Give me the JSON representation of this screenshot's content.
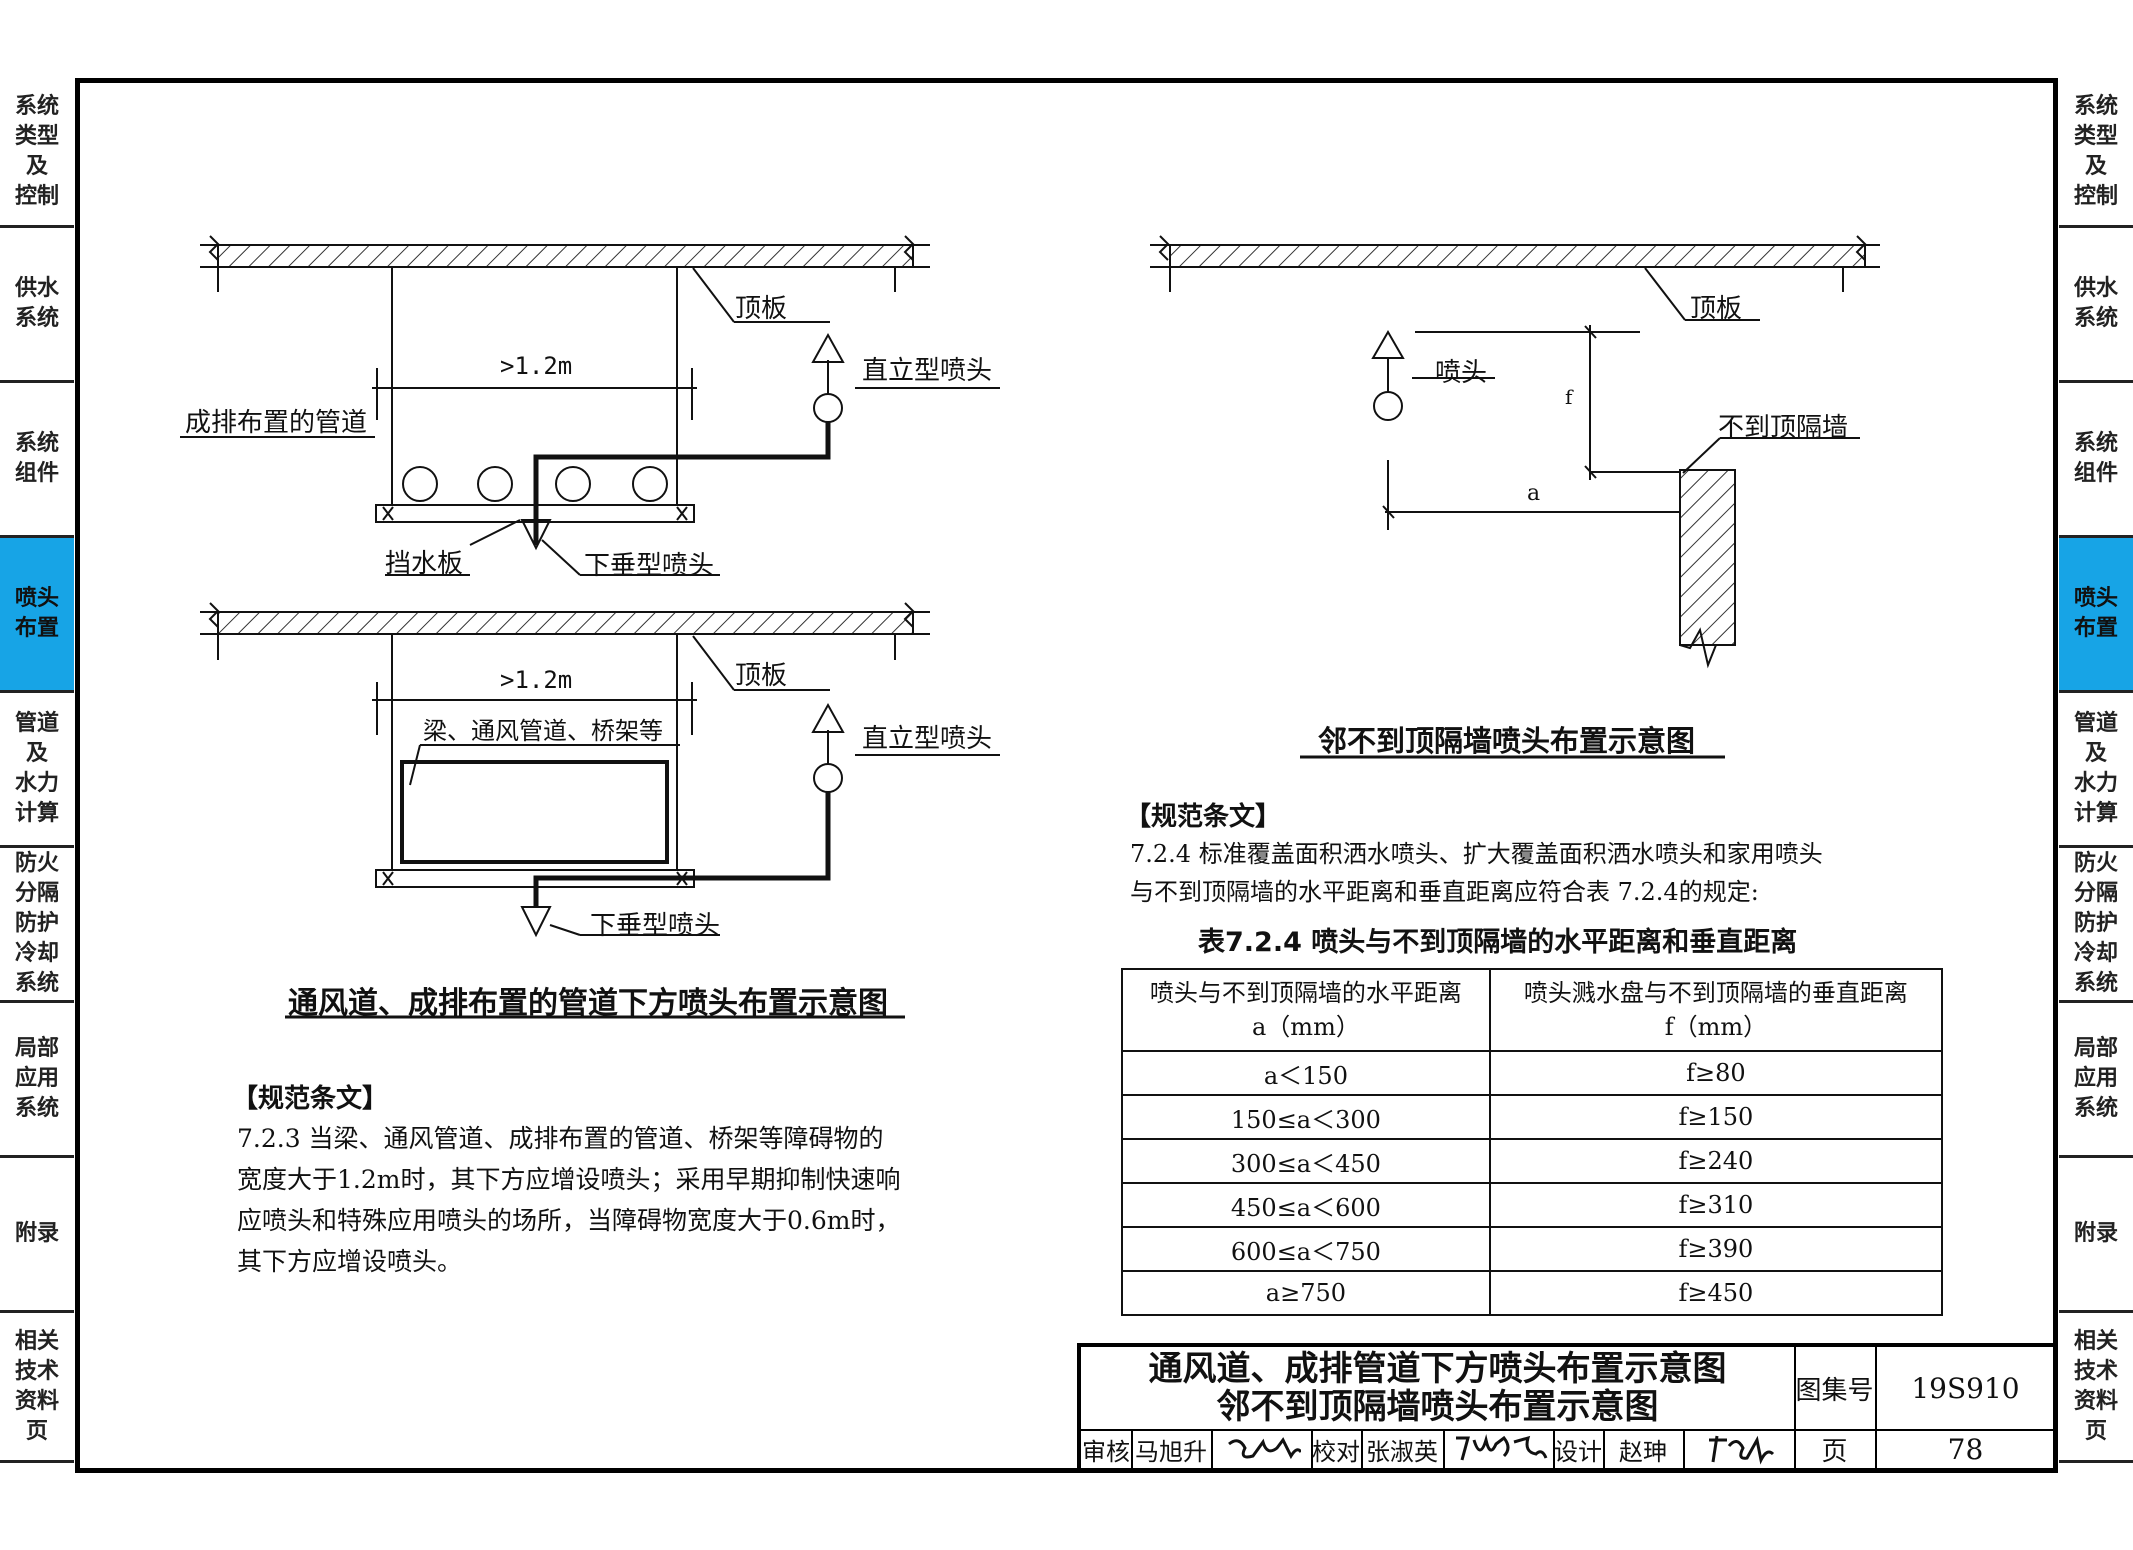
{
  "side_tabs": [
    {
      "label": "系统\n类型\n及\n控制",
      "active": false
    },
    {
      "label": "供水\n系统",
      "active": false
    },
    {
      "label": "系统\n组件",
      "active": false
    },
    {
      "label": "喷头\n布置",
      "active": true
    },
    {
      "label": "管道\n及\n水力\n计算",
      "active": false
    },
    {
      "label": "防火\n分隔\n防护\n冷却\n系统",
      "active": false
    },
    {
      "label": "局部\n应用\n系统",
      "active": false
    },
    {
      "label": "附录",
      "active": false
    },
    {
      "label": "相关\n技术\n资料\n页",
      "active": false
    }
  ],
  "diagram1": {
    "ceiling_label": "顶板",
    "width_label": ">1.2m",
    "pipes_label": "成排布置的管道",
    "upright_label": "直立型喷头",
    "baffle_label": "挡水板",
    "pendent_label": "下垂型喷头"
  },
  "diagram2": {
    "ceiling_label": "顶板",
    "width_label": ">1.2m",
    "obstacle_label": "梁、通风管道、桥架等",
    "upright_label": "直立型喷头",
    "pendent_label": "下垂型喷头"
  },
  "left_caption": "通风道、成排布置的管道下方喷头布置示意图",
  "left_spec": {
    "heading": "【规范条文】",
    "lines": [
      "7.2.3 当梁、通风管道、成排布置的管道、桥架等障碍物的",
      "宽度大于1.2m时，其下方应增设喷头；采用早期抑制快速响",
      "应喷头和特殊应用喷头的场所，当障碍物宽度大于0.6m时，",
      "其下方应增设喷头。"
    ]
  },
  "diagram3": {
    "ceiling_label": "顶板",
    "sprinkler_label": "喷头",
    "f_label": "f",
    "wall_label": "不到顶隔墙",
    "a_label": "a"
  },
  "right_caption": "邻不到顶隔墙喷头布置示意图",
  "right_spec": {
    "heading": "【规范条文】",
    "lines": [
      "7.2.4 标准覆盖面积洒水喷头、扩大覆盖面积洒水喷头和家用喷头",
      "与不到顶隔墙的水平距离和垂直距离应符合表 7.2.4的规定:"
    ]
  },
  "table": {
    "title": "表7.2.4 喷头与不到顶隔墙的水平距离和垂直距离",
    "headers": [
      "喷头与不到顶隔墙的水平距离",
      "喷头溅水盘与不到顶隔墙的垂直距离"
    ],
    "units": [
      "a（mm）",
      "f（mm）"
    ],
    "rows": [
      [
        "a＜150",
        "f≥80"
      ],
      [
        "150≤a＜300",
        "f≥150"
      ],
      [
        "300≤a＜450",
        "f≥240"
      ],
      [
        "450≤a＜600",
        "f≥310"
      ],
      [
        "600≤a＜750",
        "f≥390"
      ],
      [
        "a≥750",
        "f≥450"
      ]
    ]
  },
  "title_block": {
    "title_line1": "通风道、成排管道下方喷头布置示意图",
    "title_line2": "邻不到顶隔墙喷头布置示意图",
    "atlas_label": "图集号",
    "atlas_no": "19S910",
    "review_label": "审核",
    "reviewer": "马旭升",
    "check_label": "校对",
    "checker": "张淑英",
    "design_label": "设计",
    "designer": "赵珅",
    "page_label": "页",
    "page_no": "78"
  }
}
